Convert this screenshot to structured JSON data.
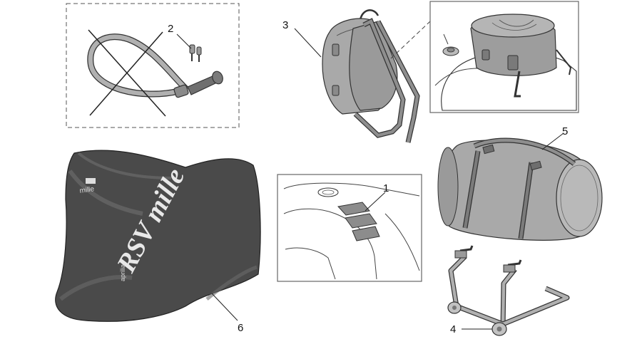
{
  "diagram": {
    "colors": {
      "line": "#333333",
      "bag_fill": "#a9a9a9",
      "bag_dark": "#7f7f7f",
      "cover_fill": "#4a4a4a",
      "cover_light": "#6a6a6a",
      "pad_fill": "#8c8c8c",
      "frame_border": "#666666"
    },
    "parts": [
      {
        "id": "1",
        "name": "tank-pads",
        "callout": "1"
      },
      {
        "id": "2",
        "name": "cable-lock",
        "callout": "2"
      },
      {
        "id": "3",
        "name": "backpack",
        "callout": "3"
      },
      {
        "id": "4",
        "name": "paddock-stand",
        "callout": "4"
      },
      {
        "id": "5",
        "name": "duffel-bag",
        "callout": "5"
      },
      {
        "id": "6",
        "name": "motorcycle-cover",
        "callout": "6"
      }
    ],
    "cover_branding": {
      "main_logo": "RSV mille",
      "small_logo_top": "mille",
      "small_logo_side": "aprilia"
    }
  }
}
